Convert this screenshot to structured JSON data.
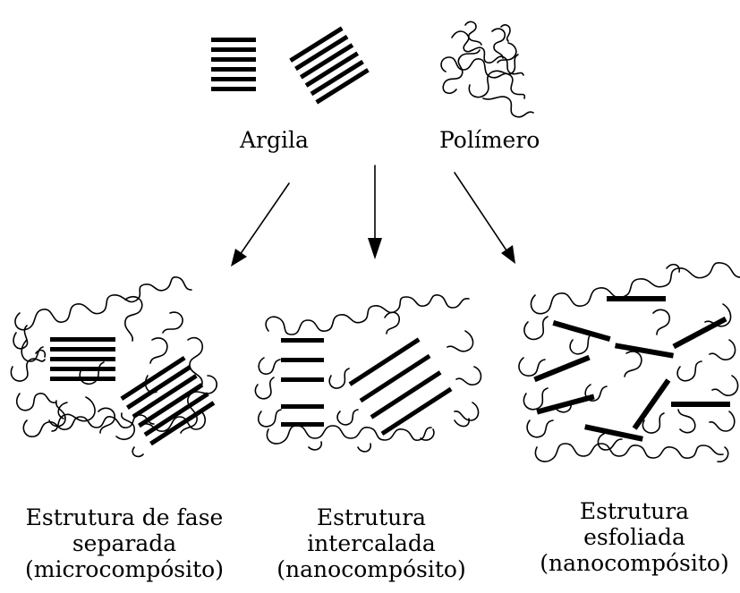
{
  "top": {
    "clay_label": "Argila",
    "polymer_label": "Polímero"
  },
  "structures": {
    "phase_separated": [
      "Estrutura de fase",
      "separada",
      "(microcompósito)"
    ],
    "intercalated": [
      "Estrutura",
      "intercalada",
      "(nanocompósito)"
    ],
    "exfoliated": [
      "Estrutura",
      "esfoliada",
      "(nanocompósito)"
    ]
  },
  "colors": {
    "ink": "#000000",
    "background": "#ffffff"
  }
}
